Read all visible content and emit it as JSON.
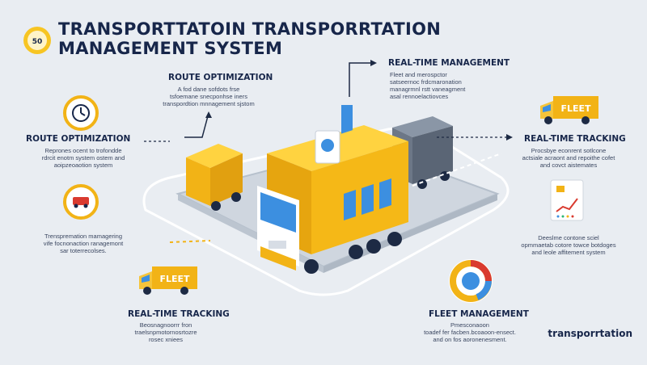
{
  "colors": {
    "accent": "#f2b316",
    "navy": "#17264a",
    "background": "#e9edf2",
    "truck_blue": "#3c8fe0"
  },
  "header": {
    "badge": "50",
    "title": "TRANSPORTTATOIN TRANSPORRTATION MANAGEMENT SYSTEM"
  },
  "sections": {
    "route_top": {
      "label": "ROUTE OPTIMIZATION",
      "desc": "A fod dane sofdots frse\ntsfoemane snecponhse iners\ntranspordtion mnnagement sjstom"
    },
    "realtime_top": {
      "label": "REAL-TIME MANAGEMENT",
      "desc": "Fleet and merospctor\nsatseernoc frdcmaronation\nmanagrmnl rstt vaneagment\nasal rennoelactiovces"
    },
    "route_left": {
      "label": "ROUTE OPTIMIZATION",
      "desc": "Reprones ocent to trofondde\nrdrcit enotm system ostem and\naoipzeoaotion system"
    },
    "left_mid": {
      "desc": "Trenspremation mamagering\nvife focnonaction ranagemont\nsar toterrecolses."
    },
    "realtime_right": {
      "label": "REAL-TIME TRACKING",
      "desc": "Procsbye econrent sotlcone\nactsiale acraont and repoithe cofet\nand covct aistemates"
    },
    "right_mid": {
      "desc": "Deeslme contone sciel\nopmmaetab cotore towce botdoges\nand leole affitement system"
    },
    "realtime_bottom": {
      "label": "REAL-TIME TRACKING",
      "desc": "Beosnagnoorrr fron\ntraelsnpmotornosrtozre\nrosec xniees"
    },
    "fleet_bottom": {
      "label": "FLEET MANAGEMENT",
      "desc": "Pmesconaoon\ntoadef fer facben.bcoaoon-ensect.\nand on fos aoronenesment."
    }
  },
  "icons": {
    "clock": "clock-icon",
    "bus": "bus-icon",
    "fleet_truck_left": "fleet-truck-icon",
    "fleet_truck_right": "fleet-truck-icon",
    "chart": "chart-icon",
    "pie": "pie-chart-icon",
    "gear": "gear-icon"
  },
  "truck_signs": {
    "fleet_left": "FLEET",
    "fleet_right": "FLEET"
  },
  "brand": "transporrtation"
}
